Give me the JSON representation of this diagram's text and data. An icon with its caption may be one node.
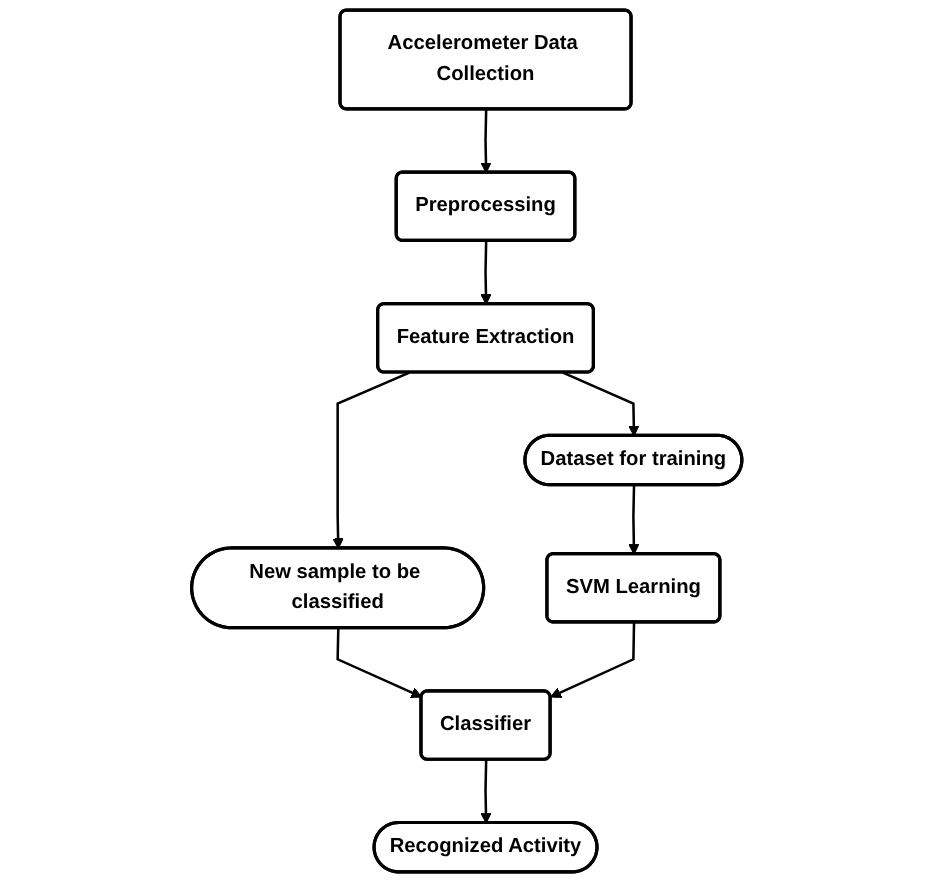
{
  "diagram": {
    "nodes": [
      {
        "text": [
          "Accelerometer Data Collection"
        ]
      },
      {
        "text": [
          "Preprocessing"
        ]
      },
      {
        "text": [
          "Feature Extraction"
        ]
      },
      {
        "text": [
          "Dataset for training"
        ]
      },
      {
        "text": [
          "New sample to be classified"
        ]
      },
      {
        "text": [
          "SVM Learning"
        ]
      },
      {
        "text": [
          "Classifier"
        ]
      },
      {
        "text": [
          "Recognized Activity"
        ]
      }
    ],
    "edges": [
      {
        "from": 0,
        "to": 1,
        "arrow": "to"
      },
      {
        "from": 1,
        "to": 2,
        "arrow": "to"
      },
      {
        "from": 2,
        "to": 3,
        "arrow": "to"
      },
      {
        "from": 2,
        "to": 4,
        "arrow": "to"
      },
      {
        "from": 3,
        "to": 5,
        "arrow": "to"
      },
      {
        "from": 4,
        "to": 6,
        "arrow": "to"
      },
      {
        "from": 5,
        "to": 6,
        "arrow": "to"
      },
      {
        "from": 6,
        "to": 7,
        "arrow": "to"
      }
    ]
  }
}
